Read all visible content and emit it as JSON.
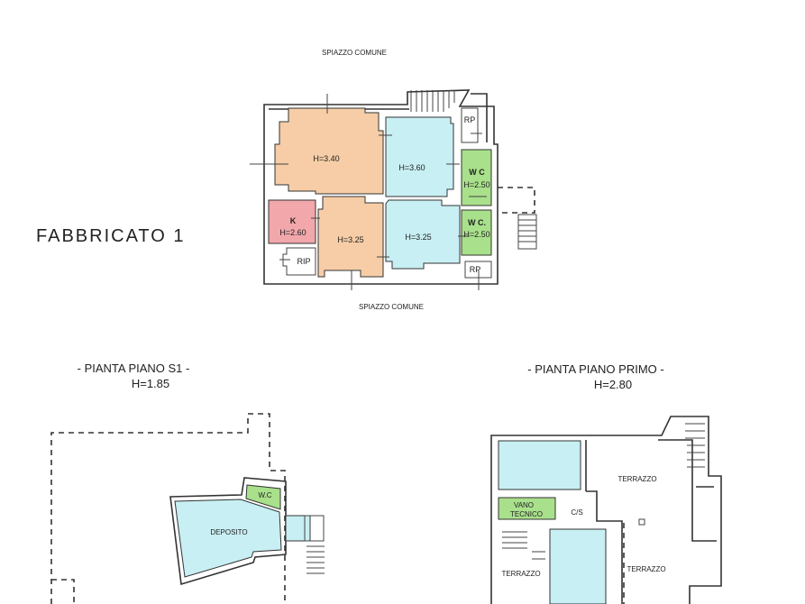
{
  "building_title": "FABBRICATO 1",
  "ground_floor": {
    "top_label": "SPIAZZO COMUNE",
    "bottom_label": "SPIAZZO COMUNE",
    "rooms": [
      {
        "label": "H=3.40",
        "color": "#f6cda6"
      },
      {
        "label": "H=3.60",
        "color": "#c8eff3"
      },
      {
        "label": "W C",
        "height": "H=2.50",
        "color": "#a9e08b"
      },
      {
        "label": "K",
        "height": "H=2.60",
        "color": "#f2a7ab"
      },
      {
        "label": "H=3.25",
        "color": "#f6cda6"
      },
      {
        "label": "H=3.25",
        "color": "#c8eff3"
      },
      {
        "label": "W C.",
        "height": "H=2.50",
        "color": "#a9e08b"
      },
      {
        "label": "RP"
      },
      {
        "label": "RP"
      },
      {
        "label": "RIP"
      }
    ]
  },
  "basement": {
    "title": "- PIANTA PIANO S1 -",
    "height": "H=1.85",
    "rooms": [
      {
        "label": "DEPOSITO",
        "color": "#c8eff3"
      },
      {
        "label": "W.C",
        "color": "#a9e08b"
      }
    ]
  },
  "first_floor": {
    "title": "- PIANTA PIANO PRIMO -",
    "height": "H=2.80",
    "rooms": [
      {
        "label": "VANO TECNICO",
        "line1": "VANO",
        "line2": "TECNICO",
        "color": "#a9e08b"
      },
      {
        "label": "C/S"
      },
      {
        "label": "TERRAZZO"
      },
      {
        "label": "TERRAZZO"
      },
      {
        "label": "TERRAZZO"
      }
    ]
  }
}
